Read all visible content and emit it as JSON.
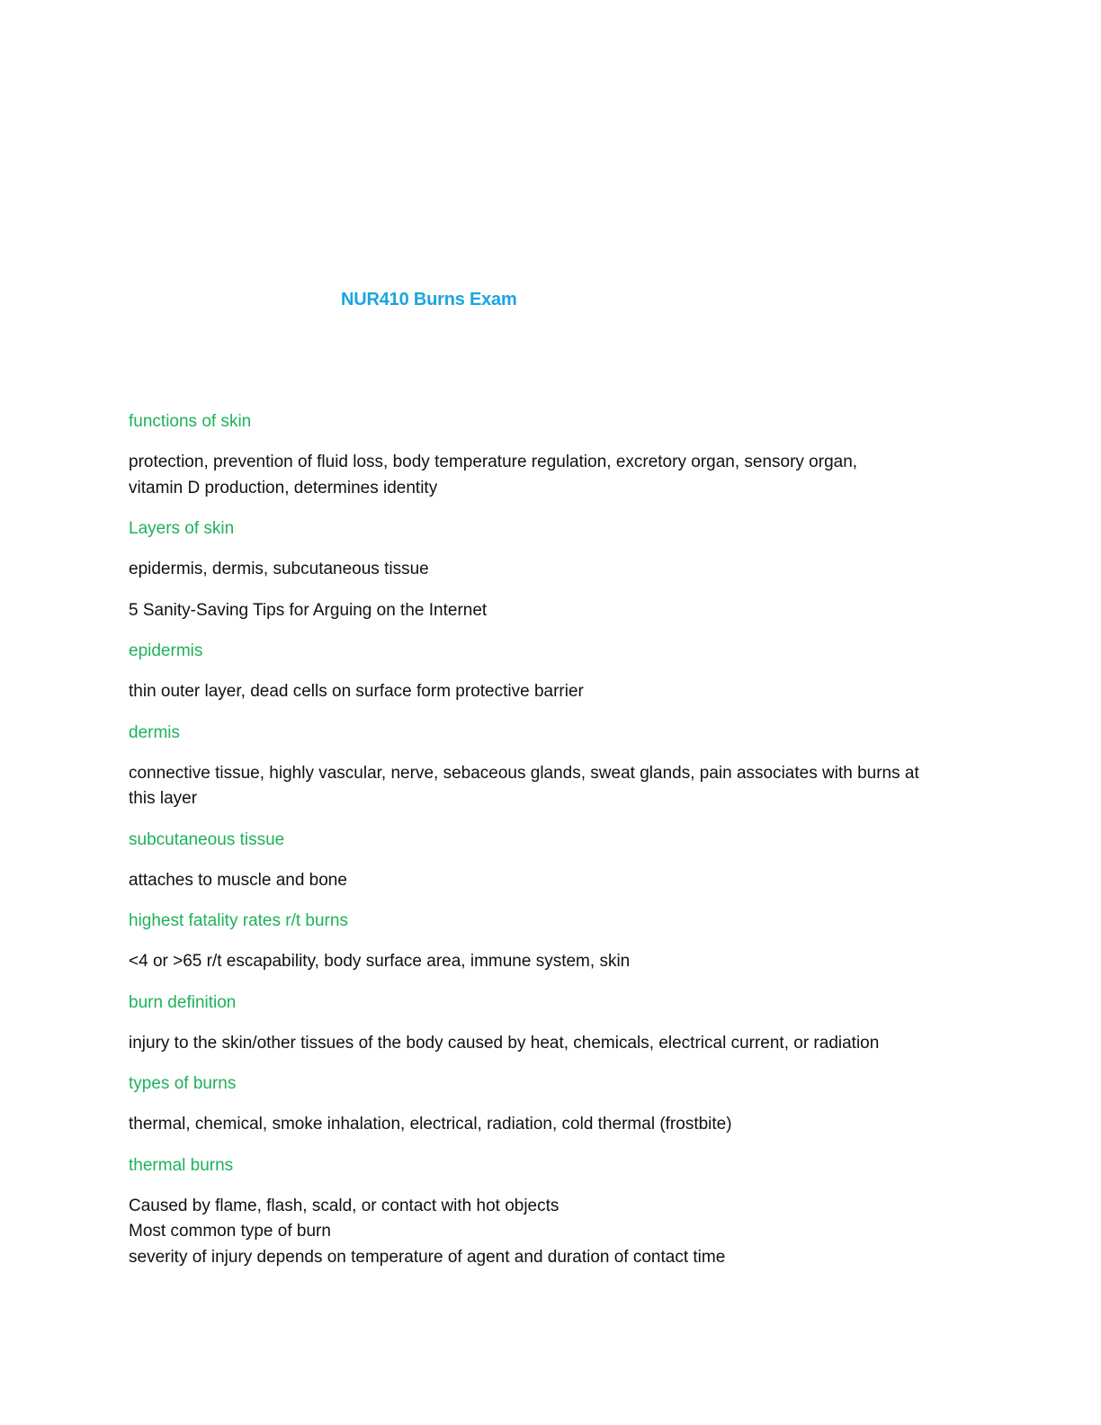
{
  "title": "NUR410 Burns Exam",
  "entries": [
    {
      "term": "functions of skin",
      "lines": [
        "protection, prevention of fluid loss, body temperature regulation, excretory organ, sensory organ,",
        "vitamin D production, determines identity"
      ]
    },
    {
      "term": "Layers of skin",
      "lines": [
        "epidermis, dermis, subcutaneous tissue",
        "5 Sanity-Saving Tips for Arguing on the Internet"
      ]
    },
    {
      "term": "epidermis",
      "lines": [
        "thin outer layer, dead cells on surface form protective barrier"
      ]
    },
    {
      "term": "dermis",
      "lines": [
        "connective tissue, highly vascular, nerve, sebaceous glands, sweat glands, pain associates with burns at",
        "this layer"
      ]
    },
    {
      "term": "subcutaneous tissue",
      "lines": [
        "attaches to muscle and bone"
      ]
    },
    {
      "term": "highest fatality rates r/t burns",
      "lines": [
        "<4 or >65 r/t escapability, body surface area, immune system, skin"
      ]
    },
    {
      "term": "burn definition",
      "lines": [
        "injury to the skin/other tissues of the body caused by heat, chemicals, electrical current, or radiation"
      ]
    },
    {
      "term": "types of burns",
      "lines": [
        "thermal, chemical, smoke inhalation, electrical, radiation, cold thermal (frostbite)"
      ]
    },
    {
      "term": "thermal burns",
      "lines": [
        "Caused by flame, flash, scald, or contact with hot objects",
        "Most common type of burn",
        "severity of injury depends on temperature of agent and duration of contact time"
      ]
    }
  ]
}
